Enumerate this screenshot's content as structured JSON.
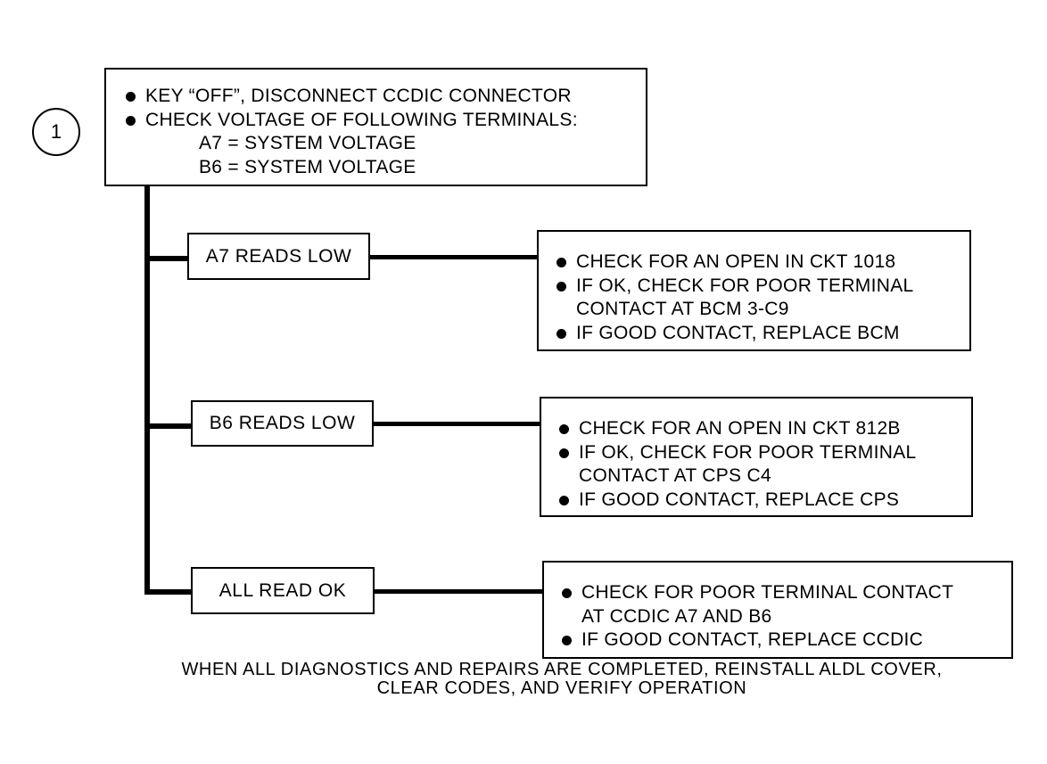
{
  "step": {
    "number": "1"
  },
  "main_box": {
    "lines": [
      {
        "bullet": true,
        "text": "KEY “OFF”, DISCONNECT CCDIC CONNECTOR"
      },
      {
        "bullet": true,
        "text": "CHECK VOLTAGE OF FOLLOWING TERMINALS:"
      },
      {
        "bullet": false,
        "text": "A7 = SYSTEM VOLTAGE"
      },
      {
        "bullet": false,
        "text": "B6 = SYSTEM VOLTAGE"
      }
    ]
  },
  "branches": [
    {
      "condition": "A7 READS LOW",
      "actions": [
        {
          "bullet": true,
          "text": "CHECK FOR AN OPEN IN CKT 1018"
        },
        {
          "bullet": true,
          "text": "IF OK, CHECK FOR POOR TERMINAL"
        },
        {
          "bullet": false,
          "text": "CONTACT AT BCM 3-C9"
        },
        {
          "bullet": true,
          "text": "IF GOOD CONTACT, REPLACE BCM"
        }
      ]
    },
    {
      "condition": "B6 READS LOW",
      "actions": [
        {
          "bullet": true,
          "text": "CHECK FOR AN OPEN IN CKT 812B"
        },
        {
          "bullet": true,
          "text": "IF OK, CHECK FOR POOR TERMINAL"
        },
        {
          "bullet": false,
          "text": "CONTACT AT CPS C4"
        },
        {
          "bullet": true,
          "text": "IF GOOD CONTACT, REPLACE CPS"
        }
      ]
    },
    {
      "condition": "ALL READ OK",
      "actions": [
        {
          "bullet": true,
          "text": "CHECK FOR POOR TERMINAL CONTACT"
        },
        {
          "bullet": false,
          "text": "AT CCDIC A7 AND B6"
        },
        {
          "bullet": true,
          "text": "IF GOOD CONTACT, REPLACE CCDIC"
        }
      ]
    }
  ],
  "footer": {
    "line1": "WHEN ALL DIAGNOSTICS AND REPAIRS ARE COMPLETED, REINSTALL ALDL COVER,",
    "line2": "CLEAR CODES, AND VERIFY OPERATION"
  }
}
